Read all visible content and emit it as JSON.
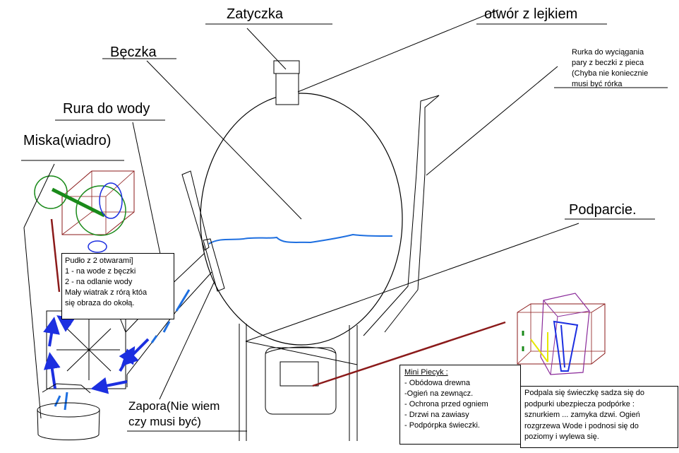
{
  "labels": {
    "plug": "Zatyczka",
    "funnel_hole": "otwór z lejkiem",
    "barrel": "Bęczka",
    "water_pipe": "Rura do wody",
    "bowl": "Miska(wiadro)",
    "support": "Podparcie.",
    "dam_line1": "Zapora(Nie wiem",
    "dam_line2": "czy musi być)"
  },
  "note_tube": {
    "lines": [
      "Rurka do wyciągania",
      "pary z beczki z pieca",
      "(Chyba nie koniecznie",
      "musi być rórka"
    ]
  },
  "box_note": {
    "lines": [
      "Pudło z 2 otwarami]",
      "1 - na wode z bęczki",
      "2 - na odlanie wody",
      "Mały wiatrak z rórą któa",
      "się obraza do okołą."
    ]
  },
  "stove_note": {
    "lines": [
      "Mini Piecyk :",
      " - Obódowa drewna",
      "-Ogień na zewnącz.",
      " - Ochrona przed ogniem",
      " - Drzwi na zawiasy",
      " - Podpórpka świeczki."
    ]
  },
  "candle_note": {
    "lines": [
      "Podpala się świeczkę sadza się do",
      "podpurki ubezpiecza podpórke :",
      "sznurkiem ... zamyka dzwi. Ogień",
      "rozgrzewa Wode i podnosi się do",
      "poziomy i wylewa się."
    ]
  },
  "colors": {
    "water": "#1e6fe0",
    "arrow": "#1c2fe0",
    "green": "#1a8a1a",
    "darkred": "#8b1a1a",
    "purple": "#8a2a9a",
    "yellow": "#e6e600"
  }
}
